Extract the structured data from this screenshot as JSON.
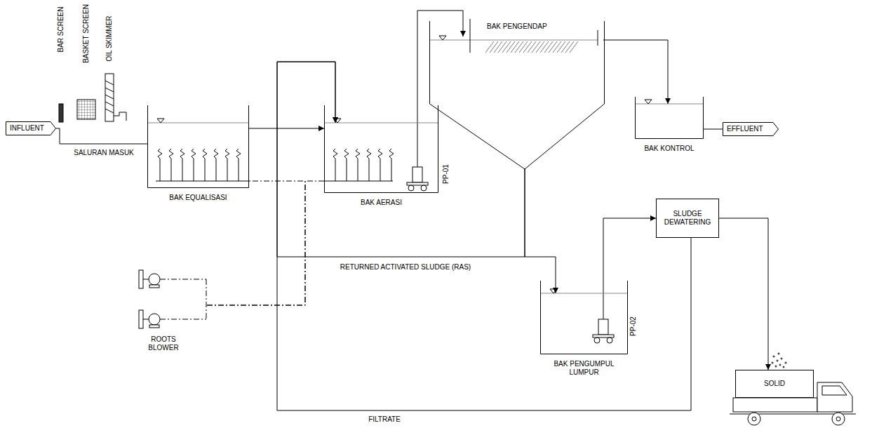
{
  "diagram": {
    "nodes": [
      {
        "text": [
          "INFLUENT"
        ]
      },
      {
        "text": [
          "BAK EQUALISASI"
        ]
      },
      {
        "text": [
          "BAK AERASI"
        ]
      },
      {
        "text": [
          "BAK PENGENDAP"
        ]
      },
      {
        "text": [
          "BAK KONTROL"
        ]
      },
      {
        "text": [
          "EFFLUENT"
        ]
      },
      {
        "text": [
          "SLUDGE DEWATERING"
        ]
      },
      {
        "text": [
          "BAK PENGUMPUL LUMPUR"
        ]
      },
      {
        "text": [
          "ROOTS BLOWER"
        ]
      },
      {
        "text": [
          "SOLID"
        ]
      }
    ],
    "edges": [
      {
        "from": 0,
        "to": 1,
        "arrow": "none"
      },
      {
        "from": 1,
        "to": 2,
        "arrow": "to"
      },
      {
        "from": 2,
        "to": 3,
        "arrow": "to"
      },
      {
        "from": 3,
        "to": 4,
        "arrow": "to"
      },
      {
        "from": 4,
        "to": 5,
        "arrow": "none"
      },
      {
        "from": 3,
        "to": 2,
        "arrow": "to",
        "label": "RETURNED ACTIVATED SLUDGE (RAS)"
      },
      {
        "from": 3,
        "to": 7,
        "arrow": "to"
      },
      {
        "from": 7,
        "to": 6,
        "arrow": "to"
      },
      {
        "from": 6,
        "to": 9,
        "arrow": "to"
      },
      {
        "from": 6,
        "to": 2,
        "arrow": "to",
        "label": "FILTRATE"
      },
      {
        "from": 8,
        "to": 1,
        "arrow": "none"
      },
      {
        "from": 8,
        "to": 2,
        "arrow": "none"
      }
    ],
    "labels": [
      "BAR SCREEN",
      "BASKET SCREEN",
      "OIL SKIMMER",
      "SALURAN MASUK",
      "PP-01",
      "PP-02"
    ]
  }
}
